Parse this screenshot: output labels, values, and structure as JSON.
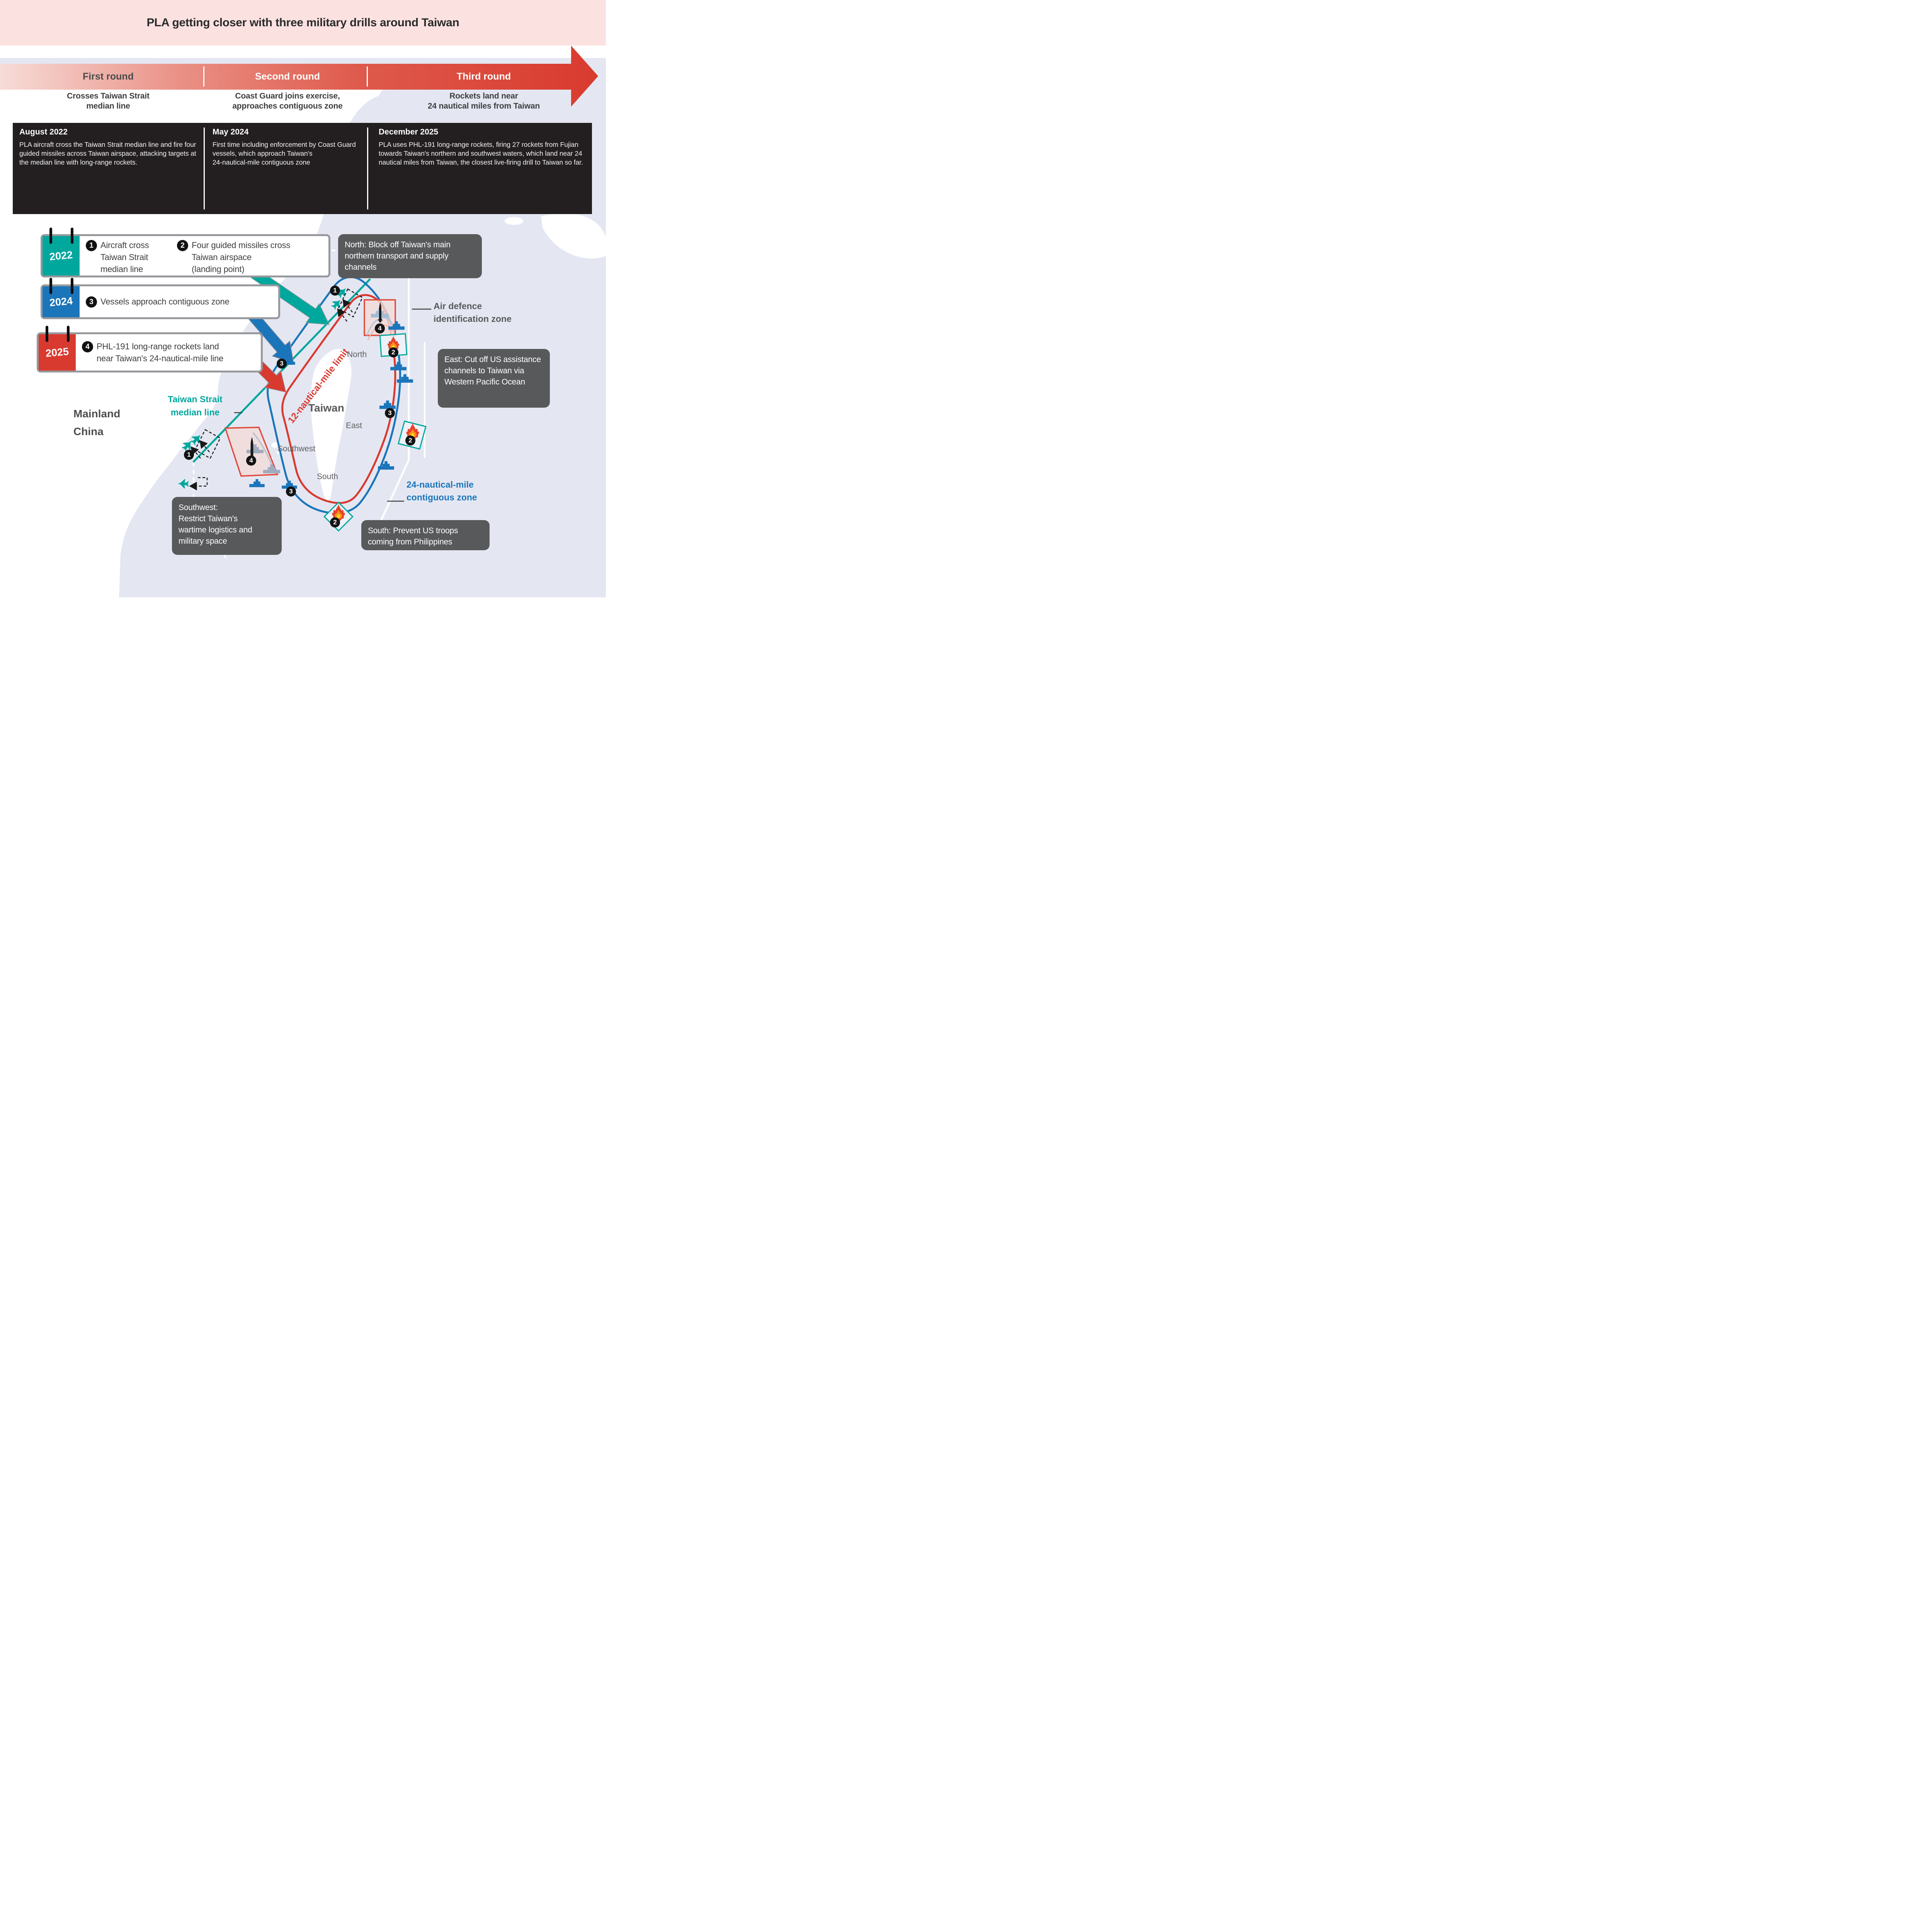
{
  "header": {
    "title": "PLA getting closer with three military drills around Taiwan"
  },
  "colors": {
    "banner_pink": "#FBE2E1",
    "sea_lavender": "#E4E7F2",
    "timeline_red": "#D93A2E",
    "teal_2022": "#00A79D",
    "blue_2024": "#1B75BB",
    "red_2025": "#D93A30",
    "info_band_black": "#231F20",
    "callout_gray": "#58595B"
  },
  "timeline": {
    "rounds": [
      {
        "name": "First round",
        "subtitle": "Crosses Taiwan Strait\nmedian line",
        "event_date": "August 2022",
        "event_desc": "PLA aircraft cross the Taiwan Strait median line and fire four guided missiles across Taiwan airspace, attacking targets at the median line with long-range rockets."
      },
      {
        "name": "Second round",
        "subtitle": "Coast Guard joins exercise,\napproaches contiguous zone",
        "event_date": "May 2024",
        "event_desc": "First time including enforcement by Coast Guard vessels, which approach Taiwan's\n24-nautical-mile contiguous zone"
      },
      {
        "name": "Third round",
        "subtitle": "Rockets land near\n24 nautical miles from Taiwan",
        "event_date": "December 2025",
        "event_desc": "PLA uses PHL-191 long-range rockets, firing 27 rockets from Fujian towards Taiwan's northern and southwest waters, which land near 24 nautical miles from Taiwan, the closest live-firing drill to Taiwan so far."
      }
    ]
  },
  "legend_cards": [
    {
      "year": "2022",
      "items": [
        {
          "num": "1",
          "text": "Aircraft cross\nTaiwan Strait\nmedian line"
        },
        {
          "num": "2",
          "text": "Four guided missiles cross\nTaiwan airspace\n(landing point)"
        }
      ]
    },
    {
      "year": "2024",
      "items": [
        {
          "num": "3",
          "text": "Vessels approach contiguous zone"
        }
      ]
    },
    {
      "year": "2025",
      "items": [
        {
          "num": "4",
          "text": "PHL-191 long-range rockets land\nnear Taiwan's 24-nautical-mile line"
        }
      ]
    }
  ],
  "map": {
    "labels": {
      "mainland": "Mainland\nChina",
      "taiwan": "Taiwan",
      "median_line": "Taiwan Strait\nmedian line",
      "limit_12nm": "12-nautical-mile limit",
      "contiguous_24nm": "24-nautical-mile\ncontiguous zone",
      "adiz": "Air defence\nidentification zone",
      "north": "North",
      "east": "East",
      "southwest": "Southwest",
      "south": "South"
    },
    "callouts": {
      "north": "North: Block off Taiwan's main northern transport and supply channels",
      "east": "East: Cut off US assistance channels to Taiwan via Western Pacific Ocean",
      "southwest": "Southwest:\nRestrict Taiwan's\nwartime logistics and\nmilitary space",
      "south": "South: Prevent US troops coming from Philippines"
    },
    "badges": {
      "b1": "1",
      "b2": "2",
      "b3": "3",
      "b4": "4"
    }
  }
}
